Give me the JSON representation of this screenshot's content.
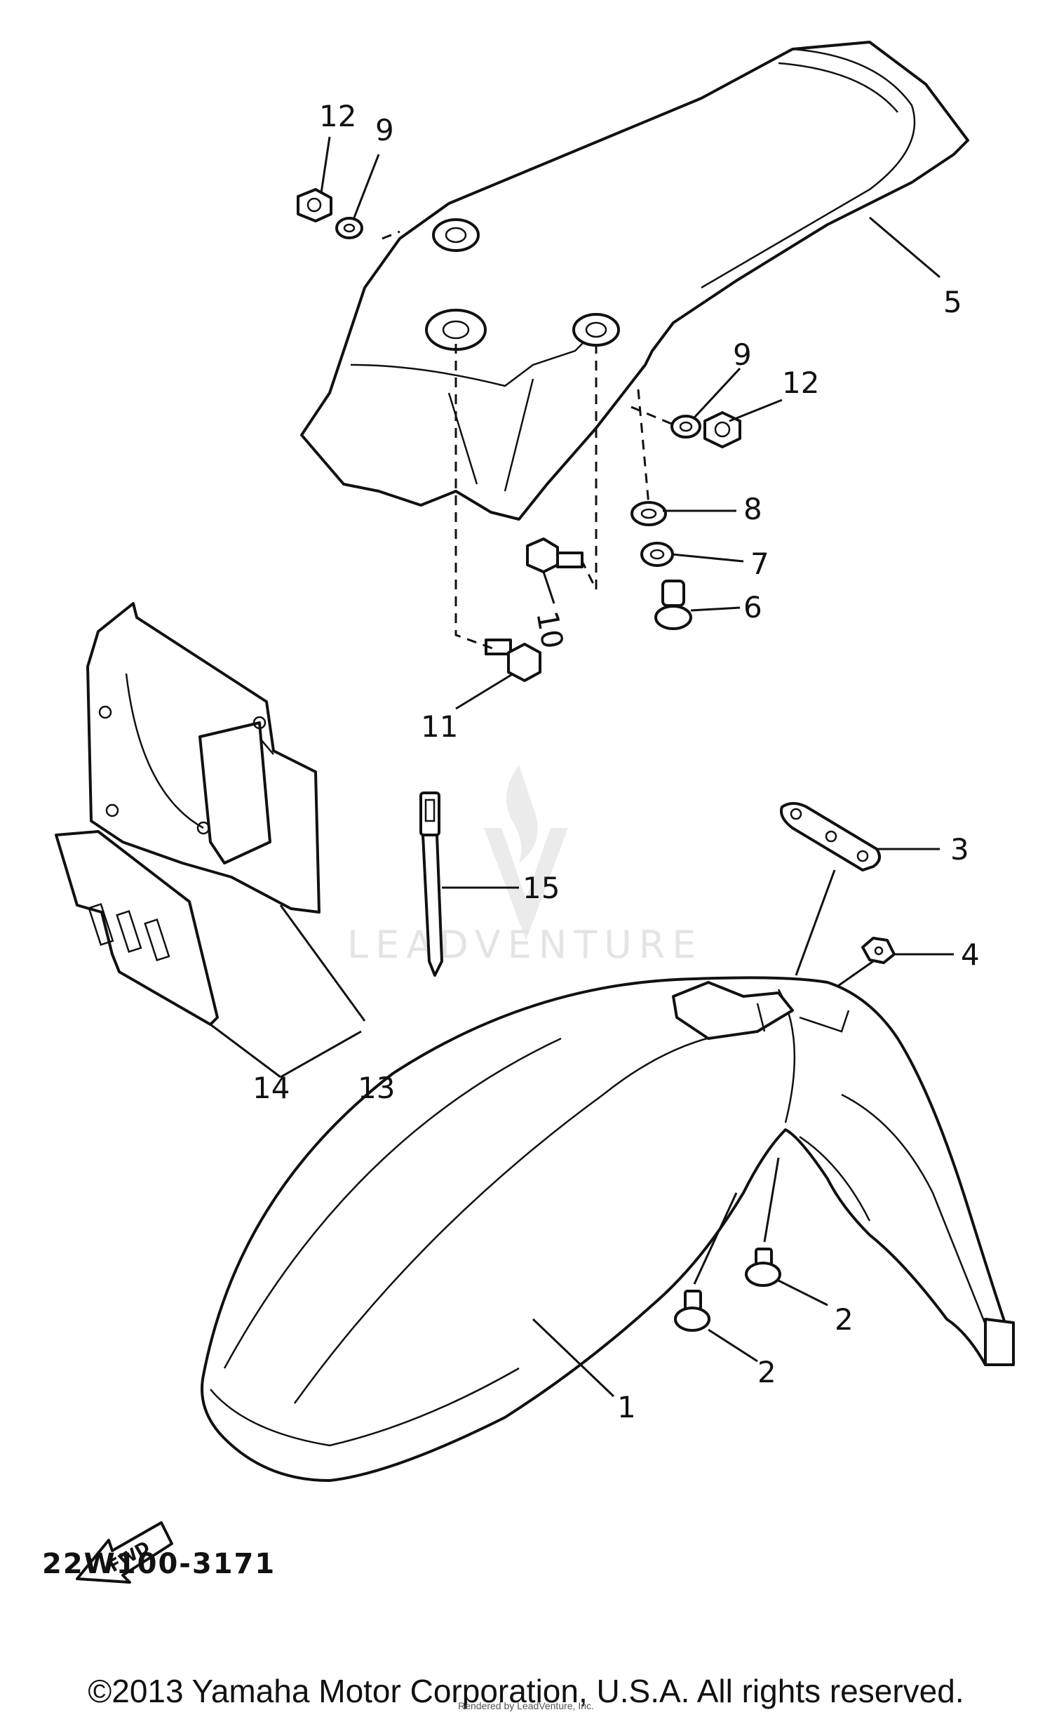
{
  "diagram_code": "22W100-3171",
  "copyright": "©2013 Yamaha Motor Corporation, U.S.A. All rights reserved.",
  "footnote": "Rendered by LeadVenture, Inc.",
  "watermark": "LEADVENTURE",
  "direction_arrow": "FWD",
  "callouts": {
    "c1": "1",
    "c2a": "2",
    "c2b": "2",
    "c3": "3",
    "c4": "4",
    "c5": "5",
    "c6": "6",
    "c7": "7",
    "c8": "8",
    "c9a": "9",
    "c9b": "9",
    "c10": "10",
    "c11": "11",
    "c12a": "12",
    "c12b": "12",
    "c13": "13",
    "c14": "14",
    "c15": "15"
  }
}
